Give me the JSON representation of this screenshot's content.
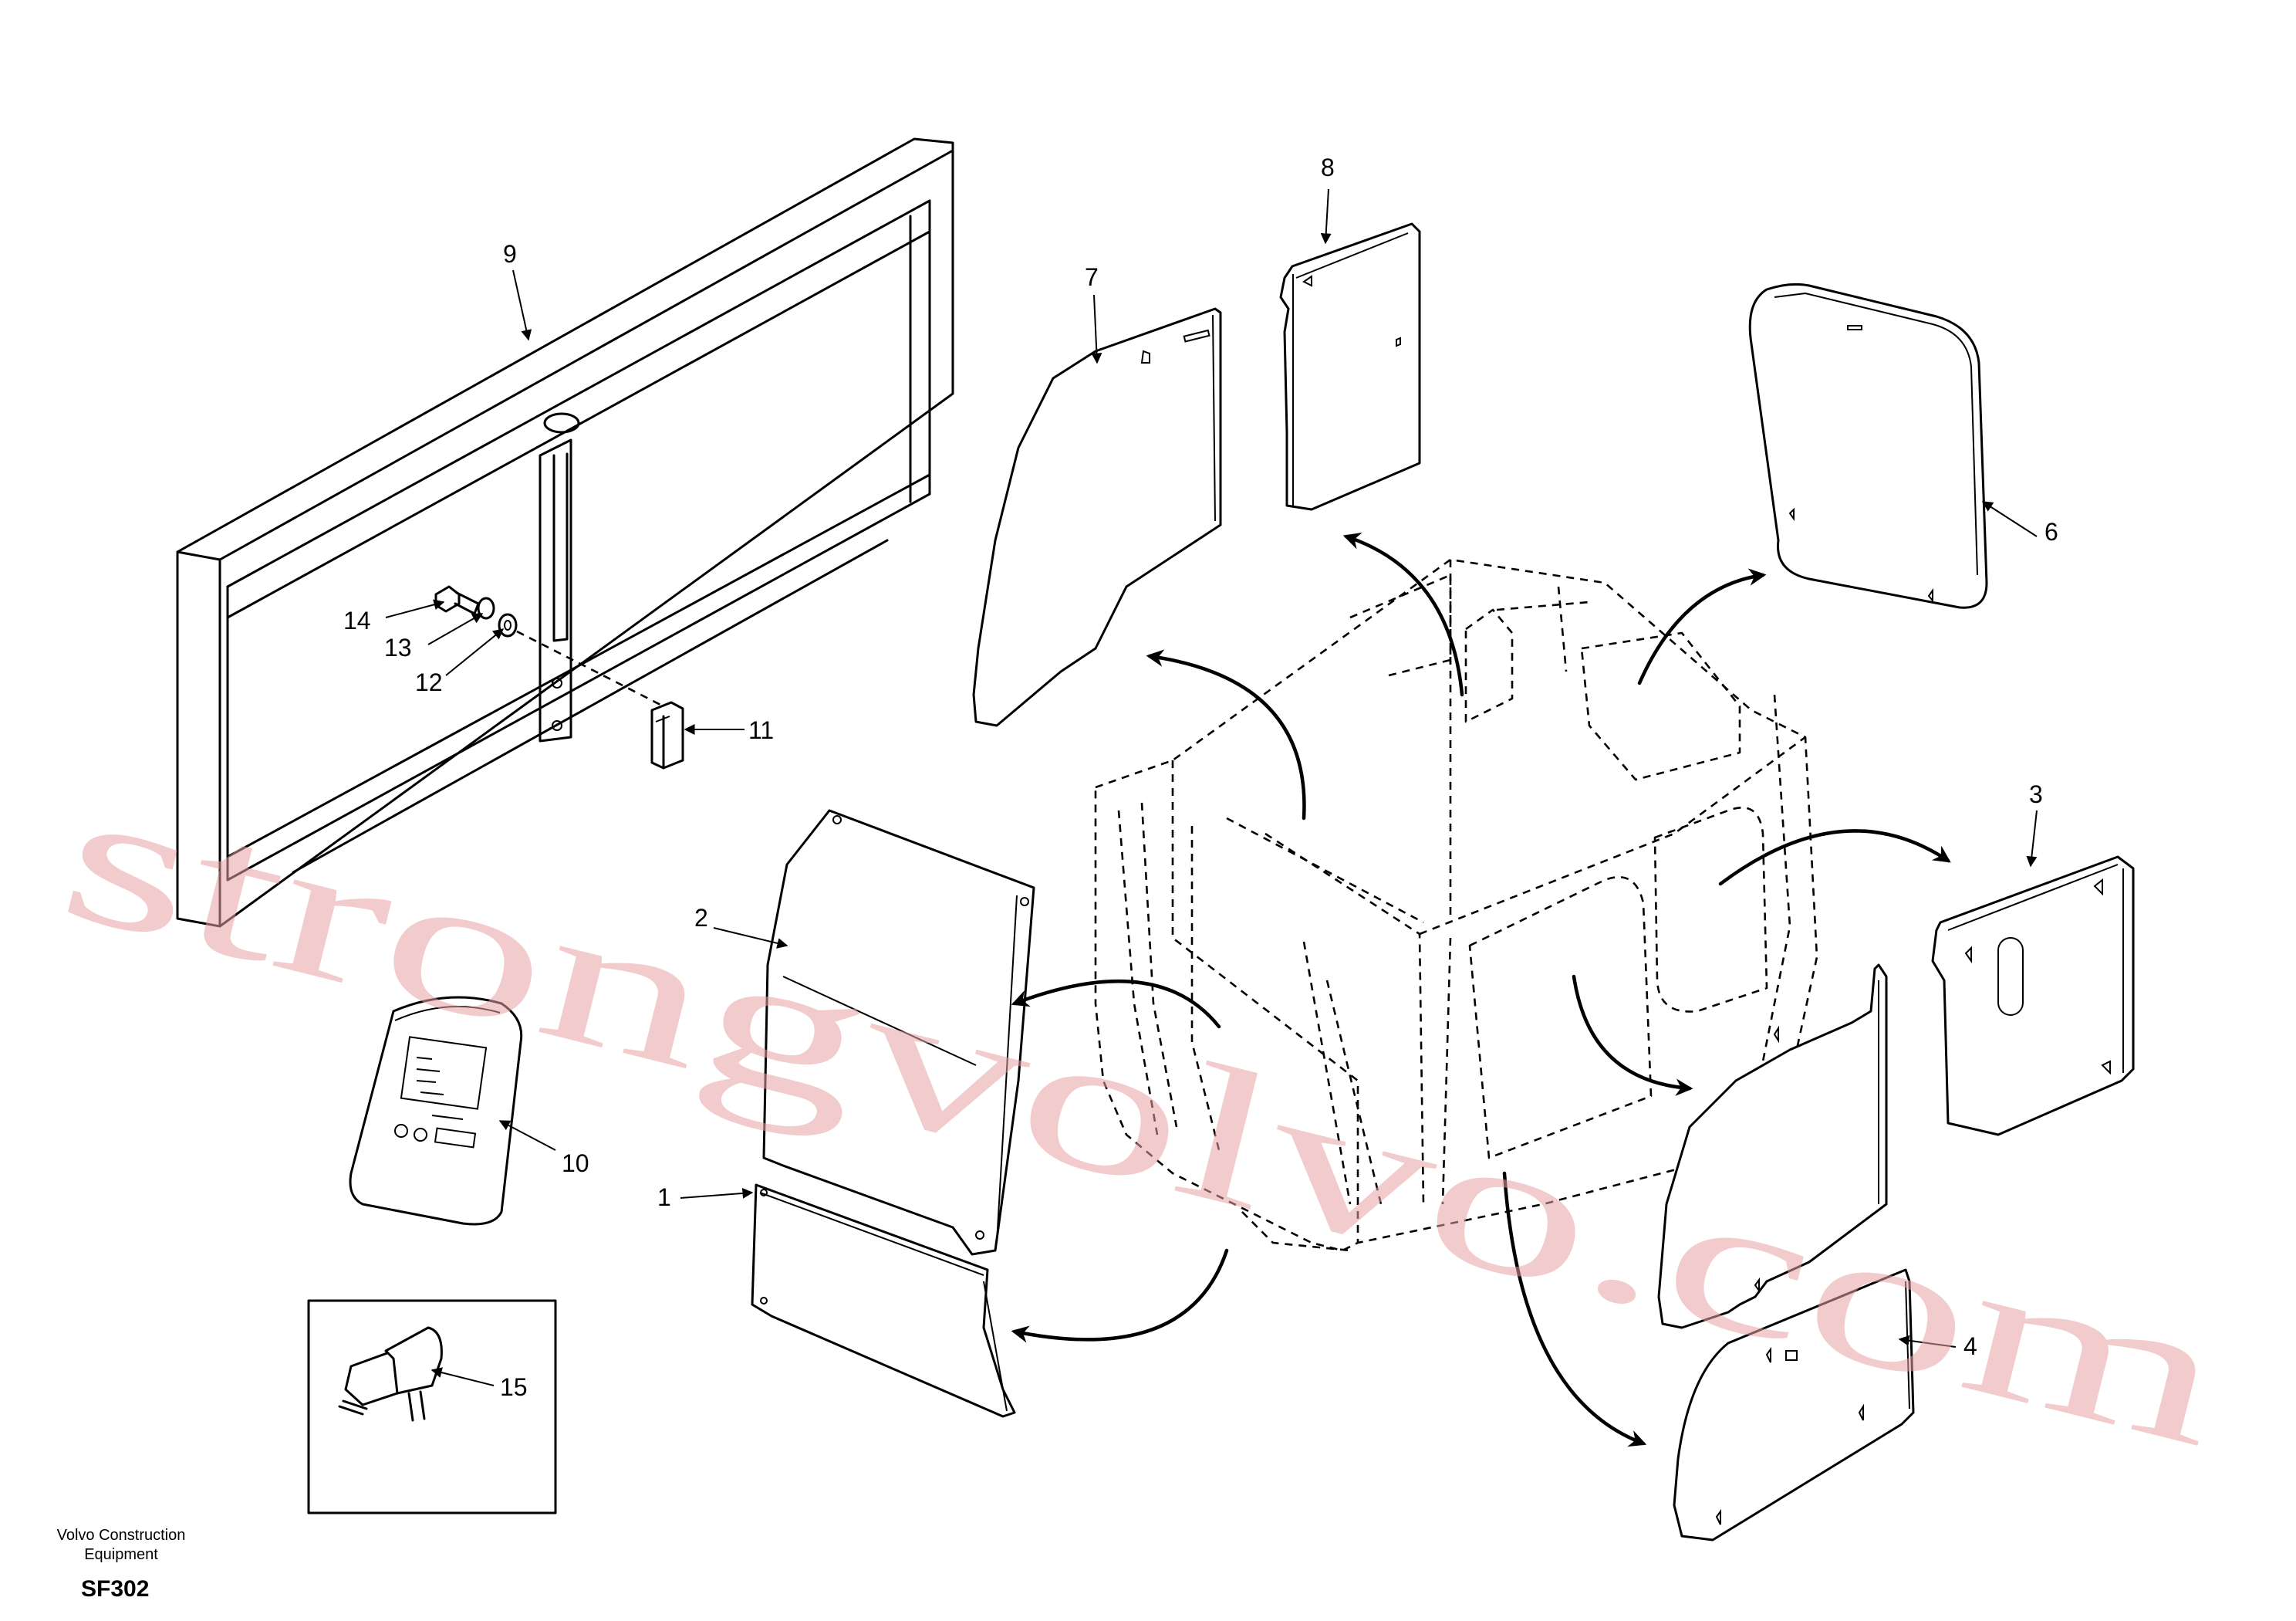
{
  "diagram_code": "SF302",
  "manufacturer": {
    "line1": "Volvo Construction",
    "line2": "Equipment"
  },
  "watermark": "strongvolvo.com",
  "callouts": {
    "c1": "1",
    "c2": "2",
    "c3": "3",
    "c4": "4",
    "c6": "6",
    "c7": "7",
    "c8": "8",
    "c9": "9",
    "c10": "10",
    "c11": "11",
    "c12": "12",
    "c13": "13",
    "c14": "14",
    "c15": "15"
  },
  "colors": {
    "line": "#000000",
    "watermark": "#e7a2a2",
    "background": "#ffffff"
  }
}
